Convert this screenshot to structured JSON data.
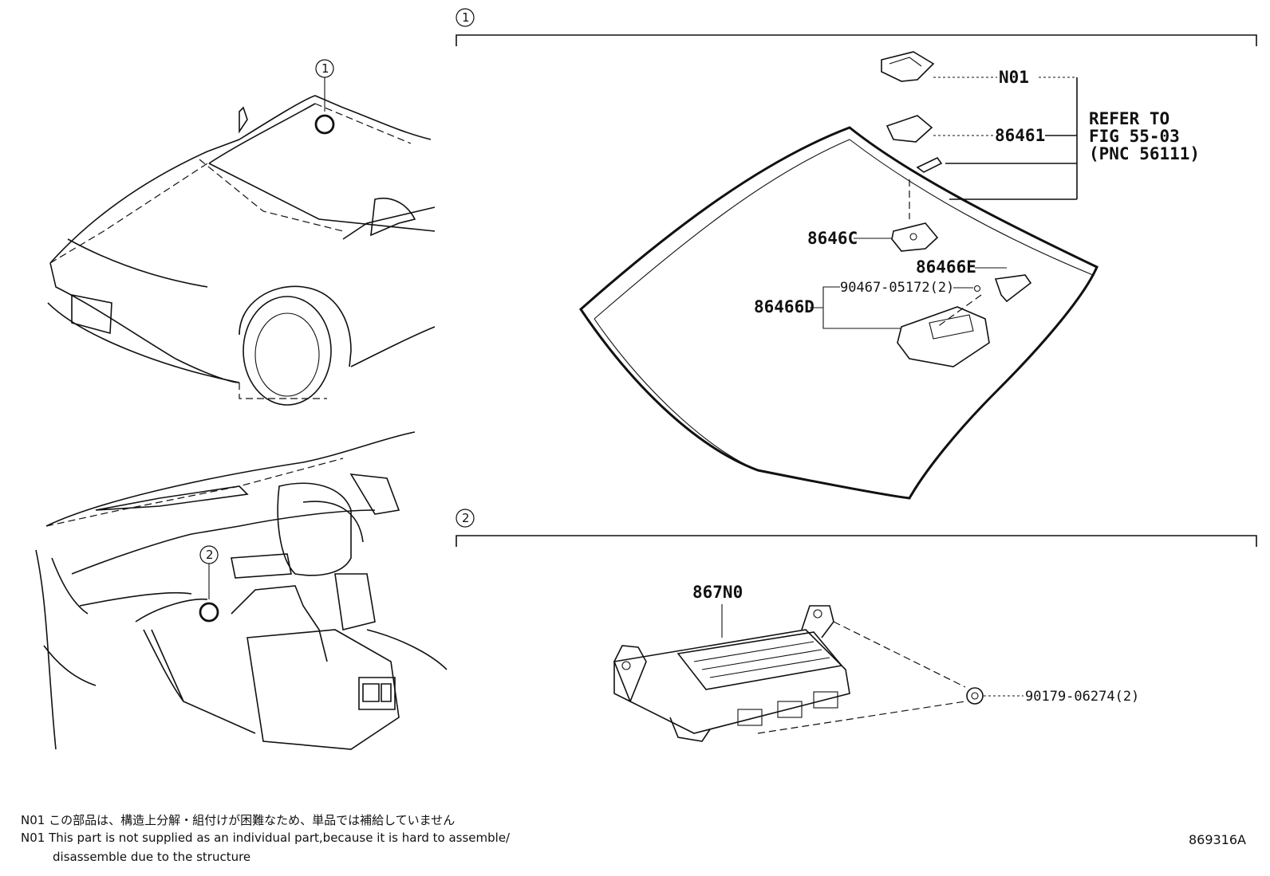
{
  "callouts": {
    "one": "1",
    "two": "2"
  },
  "parts": {
    "n01": "N01",
    "p86461": "86461",
    "p8646c": "8646C",
    "p86466e": "86466E",
    "p90467": "90467-05172(2)",
    "p86466d": "86466D",
    "p867n0": "867N0",
    "p90179": "90179-06274(2)"
  },
  "refer": {
    "line1": "REFER TO",
    "line2": "FIG 55-03",
    "line3": "(PNC 56111)"
  },
  "notes": {
    "jp_code": "N01",
    "jp_text": "この部品は、構造上分解・組付けが困難なため、単品では補給していません",
    "en_code": "N01",
    "en_text_line1": "This part is not supplied as an individual part,because it is hard to assemble/",
    "en_text_line2": "disassemble due to the structure"
  },
  "figure_number": "869316A"
}
